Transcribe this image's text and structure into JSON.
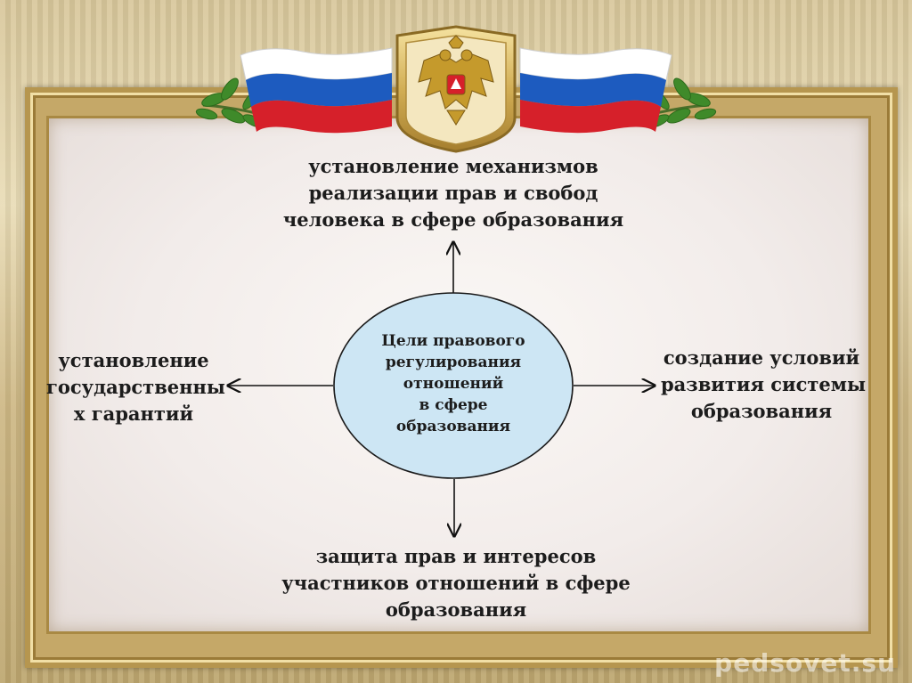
{
  "diagram": {
    "center": {
      "lines": [
        "Цели правового",
        "регулирования",
        "отношений",
        "в сфере",
        "образования"
      ]
    },
    "top": {
      "lines": [
        "установление механизмов",
        "реализации прав и свобод",
        "человека в сфере образования"
      ]
    },
    "left": {
      "lines": [
        "установление",
        "государственны",
        "х гарантий"
      ]
    },
    "right": {
      "lines": [
        "создание условий",
        "развития системы",
        "образования"
      ]
    },
    "bottom": {
      "lines": [
        "защита прав и интересов",
        "участников отношений в сфере",
        "образования"
      ]
    }
  },
  "watermark": "pedsovet.su",
  "colors": {
    "flag_white": "#ffffff",
    "flag_blue": "#1d5bbf",
    "flag_red": "#d6202a",
    "ellipse_fill": "#cde6f4",
    "frame_gold": "#b6964f"
  }
}
